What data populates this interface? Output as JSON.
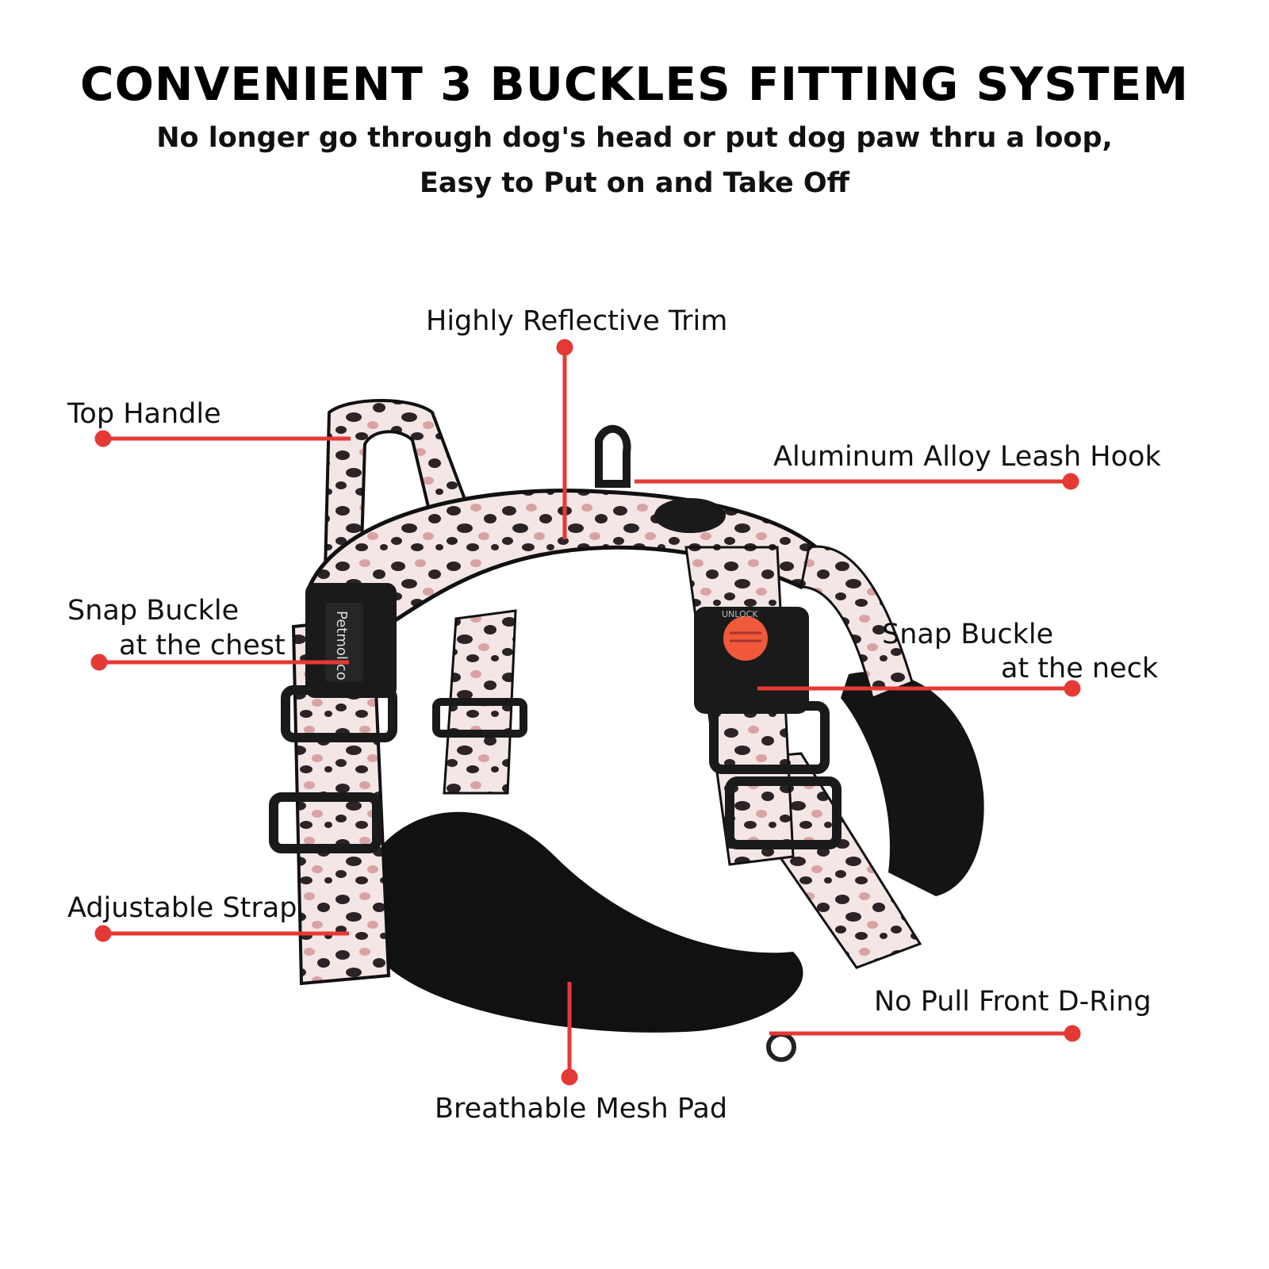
{
  "header": {
    "title": "CONVENIENT 3 BUCKLES FITTING SYSTEM",
    "subtitle_line1": "No longer go through dog's head or put dog paw thru a loop,",
    "subtitle_line2": "Easy to Put on and Take Off"
  },
  "callouts": {
    "highly_reflective_trim": "Highly Reflective Trim",
    "top_handle": "Top Handle",
    "leash_hook": "Aluminum Alloy Leash Hook",
    "chest_buckle_line1": "Snap Buckle",
    "chest_buckle_line2": "at the chest",
    "neck_buckle_line1": "Snap Buckle",
    "neck_buckle_line2": "at the neck",
    "adjustable_strap": "Adjustable Strap",
    "front_d_ring": "No Pull Front D-Ring",
    "mesh_pad": "Breathable Mesh Pad"
  },
  "product": {
    "brand_on_buckle": "Petmolico",
    "neck_buckle_text": "UNLOCK"
  },
  "colors": {
    "callout_line": "#e53935",
    "pattern_base": "#f3e6e4",
    "pattern_spot_dark": "#2b2326",
    "pattern_spot_pink": "#d9a3a3",
    "buckle": "#1a1a1a",
    "unlock_button": "#f05a3a"
  }
}
